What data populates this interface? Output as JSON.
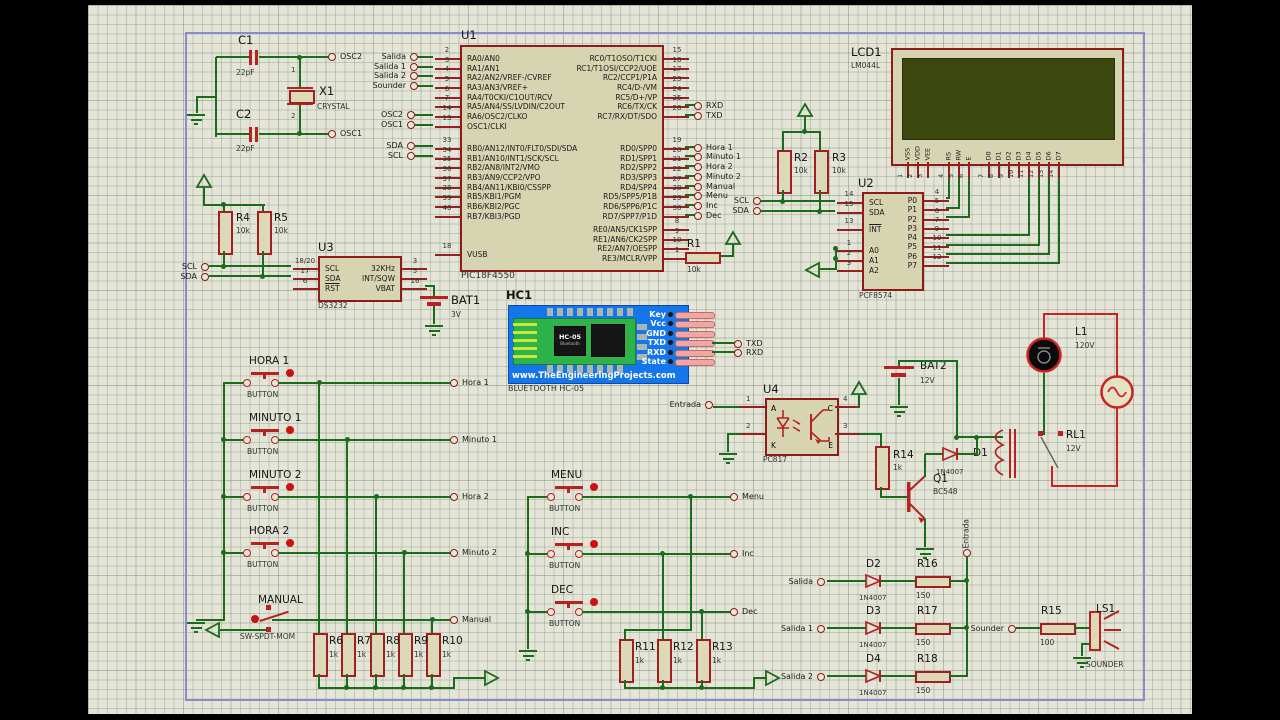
{
  "titles": {
    "u1": "U1",
    "u1_part": "PIC18F4550",
    "u2": "U2",
    "u2_part": "PCF8574",
    "u3": "U3",
    "u3_part": "DS3232",
    "u4": "U4",
    "u4_part": "PC817",
    "lcd": "LCD1",
    "lcd_part": "LM044L",
    "hc1": "HC1",
    "hc1_part": "BLUETOOTH HC-05",
    "x1": "X1",
    "x1_part": "CRYSTAL",
    "x1_pin1": "1",
    "x1_pin2": "2"
  },
  "u1": {
    "left_a": [
      {
        "n": "2",
        "l": "RA0/AN0"
      },
      {
        "n": "3",
        "l": "RA1/AN1"
      },
      {
        "n": "4",
        "l": "RA2/AN2/VREF-/CVREF"
      },
      {
        "n": "5",
        "l": "RA3/AN3/VREF+"
      },
      {
        "n": "6",
        "l": "RA4/T0CKI/C1OUT/RCV"
      },
      {
        "n": "7",
        "l": "RA5/AN4/SS/LVDIN/C2OUT"
      },
      {
        "n": "14",
        "l": "RA6/OSC2/CLKO"
      },
      {
        "n": "13",
        "l": "OSC1/CLKI"
      }
    ],
    "left_b": [
      {
        "n": "33",
        "l": "RB0/AN12/INT0/FLT0/SDI/SDA"
      },
      {
        "n": "34",
        "l": "RB1/AN10/INT1/SCK/SCL"
      },
      {
        "n": "35",
        "l": "RB2/AN8/INT2/VMO"
      },
      {
        "n": "36",
        "l": "RB3/AN9/CCP2/VPO"
      },
      {
        "n": "37",
        "l": "RB4/AN11/KBI0/CSSPP"
      },
      {
        "n": "38",
        "l": "RB5/KBI1/PGM"
      },
      {
        "n": "39",
        "l": "RB6/KBI2/PGC"
      },
      {
        "n": "40",
        "l": "RB7/KBI3/PGD"
      }
    ],
    "left_c": [
      {
        "n": "18",
        "l": "VUSB"
      }
    ],
    "right_a": [
      {
        "n": "15",
        "l": "RC0/T1OSO/T1CKI"
      },
      {
        "n": "16",
        "l": "RC1/T1OSI/CCP2/UOE"
      },
      {
        "n": "17",
        "l": "RC2/CCP1/P1A"
      },
      {
        "n": "23",
        "l": "RC4/D-/VM"
      },
      {
        "n": "24",
        "l": "RC5/D+/VP"
      },
      {
        "n": "25",
        "l": "RC6/TX/CK"
      },
      {
        "n": "26",
        "l": "RC7/RX/DT/SDO"
      }
    ],
    "right_b": [
      {
        "n": "19",
        "l": "RD0/SPP0"
      },
      {
        "n": "20",
        "l": "RD1/SPP1"
      },
      {
        "n": "21",
        "l": "RD2/SPP2"
      },
      {
        "n": "22",
        "l": "RD3/SPP3"
      },
      {
        "n": "27",
        "l": "RD4/SPP4"
      },
      {
        "n": "28",
        "l": "RD5/SPP5/P1B"
      },
      {
        "n": "29",
        "l": "RD6/SPP6/P1C"
      },
      {
        "n": "30",
        "l": "RD7/SPP7/P1D"
      }
    ],
    "right_c": [
      {
        "n": "8",
        "l": "RE0/AN5/CK1SPP"
      },
      {
        "n": "9",
        "l": "RE1/AN6/CK2SPP"
      },
      {
        "n": "10",
        "l": "RE2/AN7/OESPP"
      },
      {
        "n": "1",
        "l": "RE3/MCLR/VPP"
      }
    ]
  },
  "u2": {
    "left_a": [
      {
        "n": "14",
        "l": "SCL"
      },
      {
        "n": "15",
        "l": "SDA"
      }
    ],
    "left_b": [
      {
        "n": "13",
        "l": "INT",
        "o": 1
      }
    ],
    "left_c": [
      {
        "n": "1",
        "l": "A0"
      },
      {
        "n": "2",
        "l": "A1"
      },
      {
        "n": "3",
        "l": "A2"
      }
    ],
    "right": [
      {
        "n": "4",
        "l": "P0"
      },
      {
        "n": "5",
        "l": "P1"
      },
      {
        "n": "6",
        "l": "P2"
      },
      {
        "n": "7",
        "l": "P3"
      },
      {
        "n": "9",
        "l": "P4"
      },
      {
        "n": "10",
        "l": "P5"
      },
      {
        "n": "11",
        "l": "P6"
      },
      {
        "n": "12",
        "l": "P7"
      }
    ]
  },
  "u3": {
    "left": [
      {
        "n": "18/20",
        "l": "SCL"
      },
      {
        "n": "17",
        "l": "SDA"
      },
      {
        "n": "6",
        "l": "RST",
        "o": 1
      }
    ],
    "right": [
      {
        "n": "3",
        "l": "32KHz"
      },
      {
        "n": "5",
        "l": "INT/SQW"
      },
      {
        "n": "16",
        "l": "VBAT"
      }
    ]
  },
  "u4": {
    "pins": [
      {
        "n": "1",
        "l": "A"
      },
      {
        "n": "2",
        "l": "K"
      },
      {
        "n": "4",
        "l": "C"
      },
      {
        "n": "3",
        "l": "E"
      }
    ]
  },
  "lcd": {
    "pins": [
      "VSS",
      "VDD",
      "VEE",
      "RS",
      "RW",
      "E",
      "D0",
      "D1",
      "D2",
      "D3",
      "D4",
      "D5",
      "D6",
      "D7"
    ],
    "nums": [
      "1",
      "2",
      "3",
      "4",
      "5",
      "6",
      "7",
      "8",
      "9",
      "10",
      "11",
      "12",
      "13",
      "14"
    ]
  },
  "hc1": {
    "chip": "HC-05",
    "chip_sub": "Bluetooth",
    "url": "www.TheEngineeringProjects.com",
    "pins": [
      "Key",
      "Vcc",
      "GND",
      "TXD",
      "RXD",
      "State"
    ]
  },
  "parts": {
    "c1": {
      "ref": "C1",
      "val": "22pF"
    },
    "c2": {
      "ref": "C2",
      "val": "22pF"
    },
    "r1": {
      "ref": "R1",
      "val": "10k"
    },
    "r2": {
      "ref": "R2",
      "val": "10k"
    },
    "r3": {
      "ref": "R3",
      "val": "10k"
    },
    "r4": {
      "ref": "R4",
      "val": "10k"
    },
    "r5": {
      "ref": "R5",
      "val": "10k"
    },
    "r6": {
      "ref": "R6",
      "val": "1k"
    },
    "r7": {
      "ref": "R7",
      "val": "1k"
    },
    "r8": {
      "ref": "R8",
      "val": "1k"
    },
    "r9": {
      "ref": "R9",
      "val": "1k"
    },
    "r10": {
      "ref": "R10",
      "val": "1k"
    },
    "r11": {
      "ref": "R11",
      "val": "1k"
    },
    "r12": {
      "ref": "R12",
      "val": "1k"
    },
    "r13": {
      "ref": "R13",
      "val": "1k"
    },
    "r14": {
      "ref": "R14",
      "val": "1k"
    },
    "r15": {
      "ref": "R15",
      "val": "100"
    },
    "r16": {
      "ref": "R16",
      "val": "150"
    },
    "r17": {
      "ref": "R17",
      "val": "150"
    },
    "r18": {
      "ref": "R18",
      "val": "150"
    },
    "bat1": {
      "ref": "BAT1",
      "val": "3V"
    },
    "bat2": {
      "ref": "BAT2",
      "val": "12V"
    },
    "q1": {
      "ref": "Q1",
      "val": "BC548"
    },
    "d1": {
      "ref": "D1",
      "val": "1N4007"
    },
    "d2": {
      "ref": "D2",
      "val": "1N4007"
    },
    "d3": {
      "ref": "D3",
      "val": "1N4007"
    },
    "d4": {
      "ref": "D4",
      "val": "1N4007"
    },
    "rl1": {
      "ref": "RL1",
      "val": "12V"
    },
    "l1": {
      "ref": "L1",
      "val": "120V"
    },
    "ls1": {
      "ref": "LS1",
      "val": "SOUNDER"
    }
  },
  "buttons": {
    "hora1": {
      "label": "HORA 1",
      "type": "BUTTON"
    },
    "minuto1": {
      "label": "MINUTO 1",
      "type": "BUTTON"
    },
    "minuto2": {
      "label": "MINUTO 2",
      "type": "BUTTON"
    },
    "hora2": {
      "label": "HORA 2",
      "type": "BUTTON"
    },
    "menu": {
      "label": "MENU",
      "type": "BUTTON"
    },
    "inc": {
      "label": "INC",
      "type": "BUTTON"
    },
    "dec": {
      "label": "DEC",
      "type": "BUTTON"
    },
    "manual": {
      "label": "MANUAL",
      "type": "SW-SPDT-MOM"
    }
  },
  "terminals": {
    "osc2": "OSC2",
    "osc1": "OSC1",
    "scl": "SCL",
    "sda": "SDA",
    "salida": "Salida",
    "salida1": "Salida 1",
    "salida2": "Salida 2",
    "sounder": "Sounder",
    "rxd": "RXD",
    "txd": "TXD",
    "hora1": "Hora 1",
    "minuto1": "Minuto 1",
    "hora2": "Hora 2",
    "minuto2": "Minuto 2",
    "manual": "Manual",
    "menu": "Menu",
    "inc": "Inc",
    "dec": "Dec",
    "entrada": "Entrada"
  }
}
